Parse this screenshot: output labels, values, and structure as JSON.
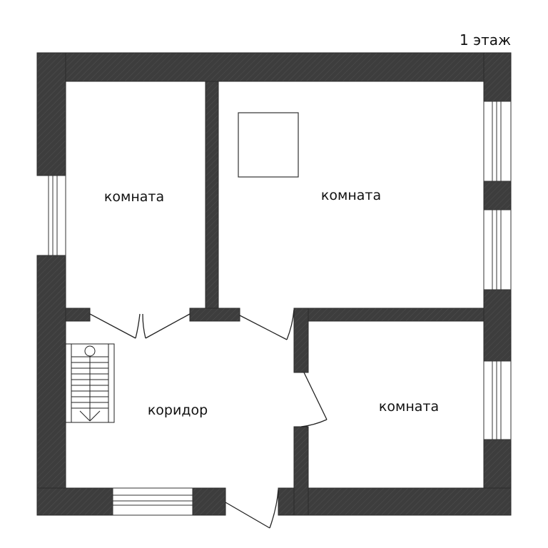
{
  "floor_label": "1 этаж",
  "rooms": [
    {
      "label": "комната"
    },
    {
      "label": "комната"
    },
    {
      "label": "комната"
    },
    {
      "label": "коридор"
    }
  ],
  "colors": {
    "wall": "#3d3d3d",
    "hatch": "#555555",
    "line": "#222222",
    "background": "#ffffff"
  }
}
